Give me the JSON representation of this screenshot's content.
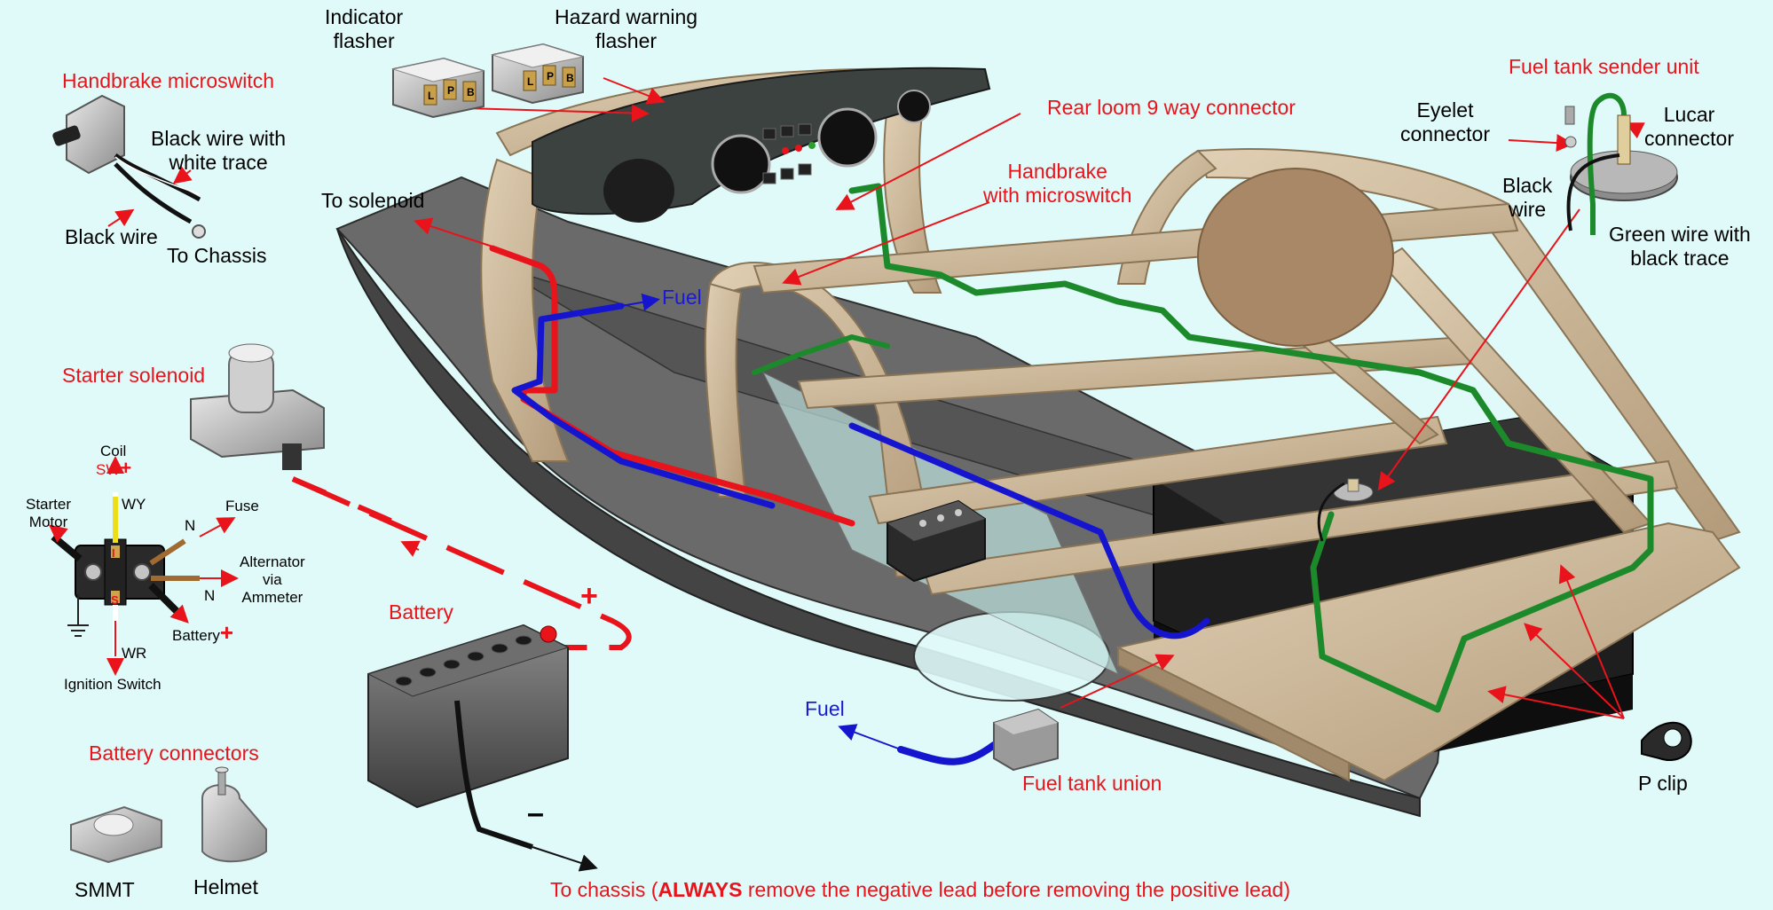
{
  "labels": {
    "indicator_flasher": "Indicator\nflasher",
    "hazard_flasher": "Hazard warning\nflasher",
    "handbrake_microswitch_title": "Handbrake microswitch",
    "black_white_trace": "Black wire with\nwhite trace",
    "black_wire": "Black wire",
    "to_chassis": "To Chassis",
    "to_solenoid": "To solenoid",
    "fuel_top": "Fuel",
    "rear_loom": "Rear loom 9 way connector",
    "handbrake_with_microswitch": "Handbrake\nwith microswitch",
    "fuel_tank_sender": "Fuel tank sender unit",
    "eyelet_connector": "Eyelet\nconnector",
    "lucar_connector": "Lucar\nconnector",
    "black_wire_sender": "Black\nwire",
    "green_black_trace": "Green wire with\nblack trace",
    "starter_solenoid": "Starter solenoid",
    "battery": "Battery",
    "battery_connectors": "Battery connectors",
    "smmt": "SMMT",
    "helmet": "Helmet",
    "fuel_bottom": "Fuel",
    "fuel_tank_union": "Fuel tank union",
    "p_clip": "P clip",
    "bottom_note_prefix": "To chassis (",
    "bottom_note_bold": "ALWAYS",
    "bottom_note_suffix": " remove the negative lead before removing the positive lead)"
  },
  "solenoid_terminals": {
    "coil": "Coil",
    "sw": "SW",
    "wy": "WY",
    "starter_motor": "Starter\nMotor",
    "fuse": "Fuse",
    "n_top": "N",
    "alternator": "Alternator\nvia\nAmmeter",
    "n_bottom": "N",
    "battery": "Battery",
    "wr": "WR",
    "ignition_switch": "Ignition Switch",
    "term_i": "I",
    "term_s": "S"
  },
  "relay_pins": {
    "l": "L",
    "p": "P",
    "b": "B"
  },
  "symbols": {
    "plus": "+",
    "minus": "–"
  },
  "colors": {
    "background": "#dffaf9",
    "label_red": "#e8131b",
    "label_blue": "#1a1ad6",
    "wire_red": "#e8131b",
    "wire_blue": "#1515d0",
    "wire_green": "#1c8a2a",
    "wire_black": "#111111",
    "frame_wood": "#c8b496",
    "chassis_grey": "#5d5d5d"
  }
}
